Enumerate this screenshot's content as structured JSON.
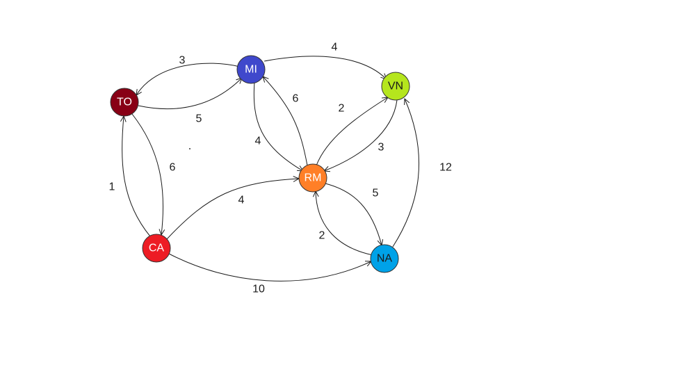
{
  "nodes": [
    {
      "id": "TO",
      "label": "TO",
      "fill": "#880015",
      "text_color": "#ffffff"
    },
    {
      "id": "MI",
      "label": "MI",
      "fill": "#3f48cc",
      "text_color": "#ffffff"
    },
    {
      "id": "VN",
      "label": "VN",
      "fill": "#b5e61d",
      "text_color": "#1a1a1a"
    },
    {
      "id": "RM",
      "label": "RM",
      "fill": "#ff7f27",
      "text_color": "#ffffff"
    },
    {
      "id": "CA",
      "label": "CA",
      "fill": "#ed1c24",
      "text_color": "#ffffff"
    },
    {
      "id": "NA",
      "label": "NA",
      "fill": "#00a2e8",
      "text_color": "#1a1a1a"
    }
  ],
  "edges": [
    {
      "from": "MI",
      "to": "TO",
      "weight": "3"
    },
    {
      "from": "TO",
      "to": "MI",
      "weight": "5"
    },
    {
      "from": "MI",
      "to": "VN",
      "weight": "4"
    },
    {
      "from": "MI",
      "to": "RM",
      "weight": "4"
    },
    {
      "from": "RM",
      "to": "MI",
      "weight": "6"
    },
    {
      "from": "RM",
      "to": "VN",
      "weight": "2"
    },
    {
      "from": "VN",
      "to": "RM",
      "weight": "3"
    },
    {
      "from": "TO",
      "to": "CA",
      "weight": "6"
    },
    {
      "from": "CA",
      "to": "TO",
      "weight": "1"
    },
    {
      "from": "CA",
      "to": "RM",
      "weight": "4"
    },
    {
      "from": "CA",
      "to": "NA",
      "weight": "10"
    },
    {
      "from": "RM",
      "to": "NA",
      "weight": "5"
    },
    {
      "from": "NA",
      "to": "RM",
      "weight": "2"
    },
    {
      "from": "NA",
      "to": "VN",
      "weight": "12"
    }
  ]
}
